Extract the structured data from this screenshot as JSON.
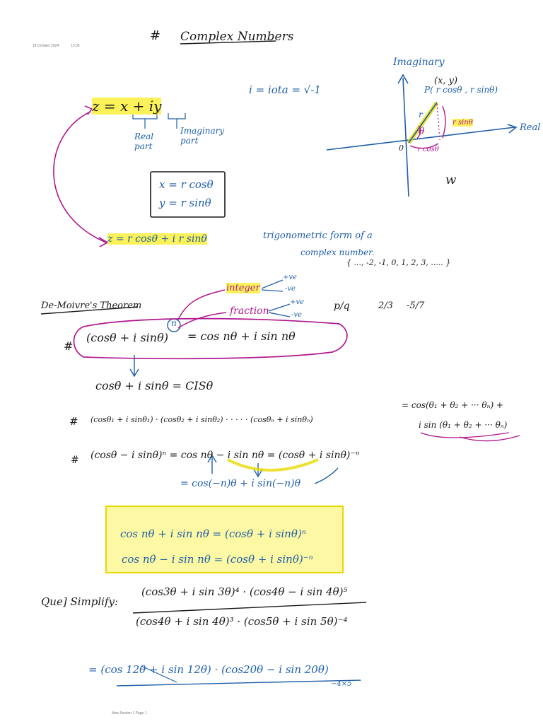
{
  "meta": {
    "date": "18 October 2024",
    "time": "13:35",
    "footer": "New Section 1 Page 1"
  },
  "title": {
    "hash": "#",
    "text": "Complex Numbers"
  },
  "intro": {
    "z_form": "z = x + iy",
    "real_part": "Real part",
    "imaginary_part": "Imaginary part",
    "iota": "i = iota = √-1",
    "eq1": "x = r cosθ",
    "eq2": "y = r sinθ",
    "trig_form": "z = r cosθ + i r sinθ",
    "trig_note_1": "trigonometric form of a",
    "trig_note_2": "complex number."
  },
  "graph": {
    "imag_label": "Imaginary",
    "real_label": "Real",
    "origin": "0",
    "point_xy": "(x, y)",
    "point_p": "P( r cosθ , r sinθ)",
    "r_label": "r",
    "theta": "θ",
    "rsin": "r sinθ",
    "rcos": "r cosθ",
    "mark": "w"
  },
  "integers_set": "{ ..., -2, -1, 0, 1, 2, 3, ..... }",
  "demoivre": {
    "heading": "De-Moivre's Theorem",
    "integer": "integer",
    "fraction": "fraction",
    "pos_ve_1": "+ve",
    "neg_ve_1": "-ve",
    "pos_ve_2": "+ve",
    "neg_ve_2": "-ve",
    "p_over_q": "p/q",
    "frac_ex_1": "2/3",
    "frac_ex_2": "-5/7",
    "theorem_lhs": "(cosθ + i sinθ)",
    "n": "n",
    "theorem_rhs": "= cos nθ + i sin nθ",
    "cis": "cosθ + i sinθ = CISθ",
    "product_lhs": "(cosθ₁ + i sinθ₁) · (cosθ₂ + i sinθ₂) · · · · · (cosθₙ + i sinθₙ)",
    "product_rhs_1": "= cos(θ₁ + θ₂ + ··· θₙ) +",
    "product_rhs_2": "i sin (θ₁ + θ₂ + ··· θₙ)",
    "neg_line": "(cosθ − i sinθ)ⁿ = cos nθ − i sin nθ = (cosθ + i sinθ)⁻ⁿ",
    "neg_line_2": "= cos(−n)θ + i sin(−n)θ"
  },
  "summary_box": {
    "line1": "cos nθ + i sin nθ = (cosθ + i sinθ)ⁿ",
    "line2": "cos nθ − i sin nθ = (cosθ + i sinθ)⁻ⁿ"
  },
  "question": {
    "label": "Que] Simplify:",
    "numerator": "(cos3θ + i sin 3θ)⁴ · (cos4θ − i sin 4θ)⁵",
    "denominator": "(cos4θ + i sin 4θ)³ · (cos5θ + i sin 5θ)⁻⁴",
    "answer_start": "= (cos 12θ + i sin 12θ) · (cos20θ − i sin 20θ)",
    "answer_tail": "−4×5"
  }
}
